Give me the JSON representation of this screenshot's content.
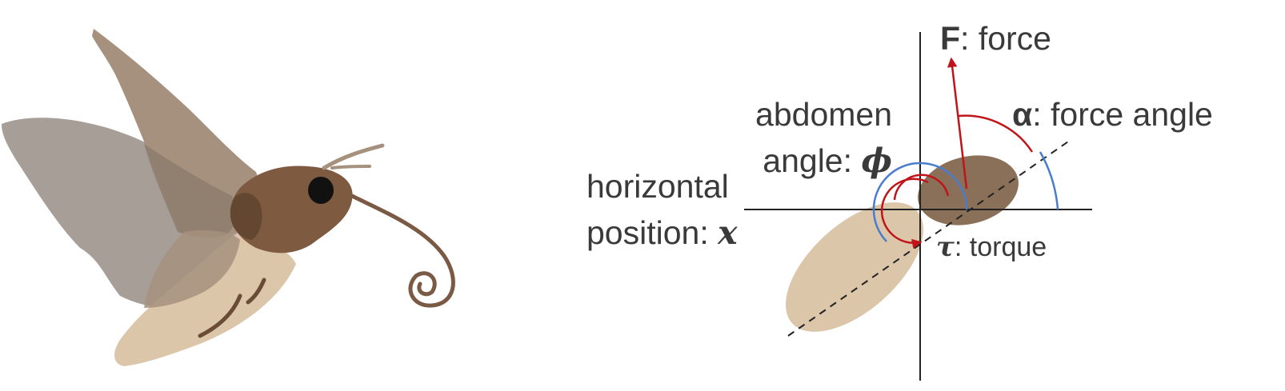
{
  "moth_illustration": {
    "colors": {
      "wing_far": "#a79e98",
      "wing_near": "#a6917e",
      "body_tan": "#dcc6aa",
      "thorax": "#7d5a40",
      "thorax_dark": "#644731",
      "eye": "#111111",
      "proboscis": "#7a5a44"
    }
  },
  "diagram": {
    "colors": {
      "axes": "#222222",
      "force_and_torque": "#c0141a",
      "abdomen_and_alpha_arcs": "#4a7ccc",
      "thorax": "#8a7058",
      "abdomen": "#dcc6aa"
    },
    "labels": {
      "force": {
        "symbol": "F",
        "text": ": force"
      },
      "alpha": {
        "symbol": "α",
        "text": ": force angle"
      },
      "abdomen_line1": "abdomen",
      "abdomen_line2": {
        "text": "angle: ",
        "symbol": "ϕ"
      },
      "horizontal_line1": "horizontal",
      "horizontal_line2": {
        "text": "position: ",
        "symbol": "x"
      },
      "torque": {
        "symbol": "τ",
        "text": ": torque"
      }
    }
  }
}
